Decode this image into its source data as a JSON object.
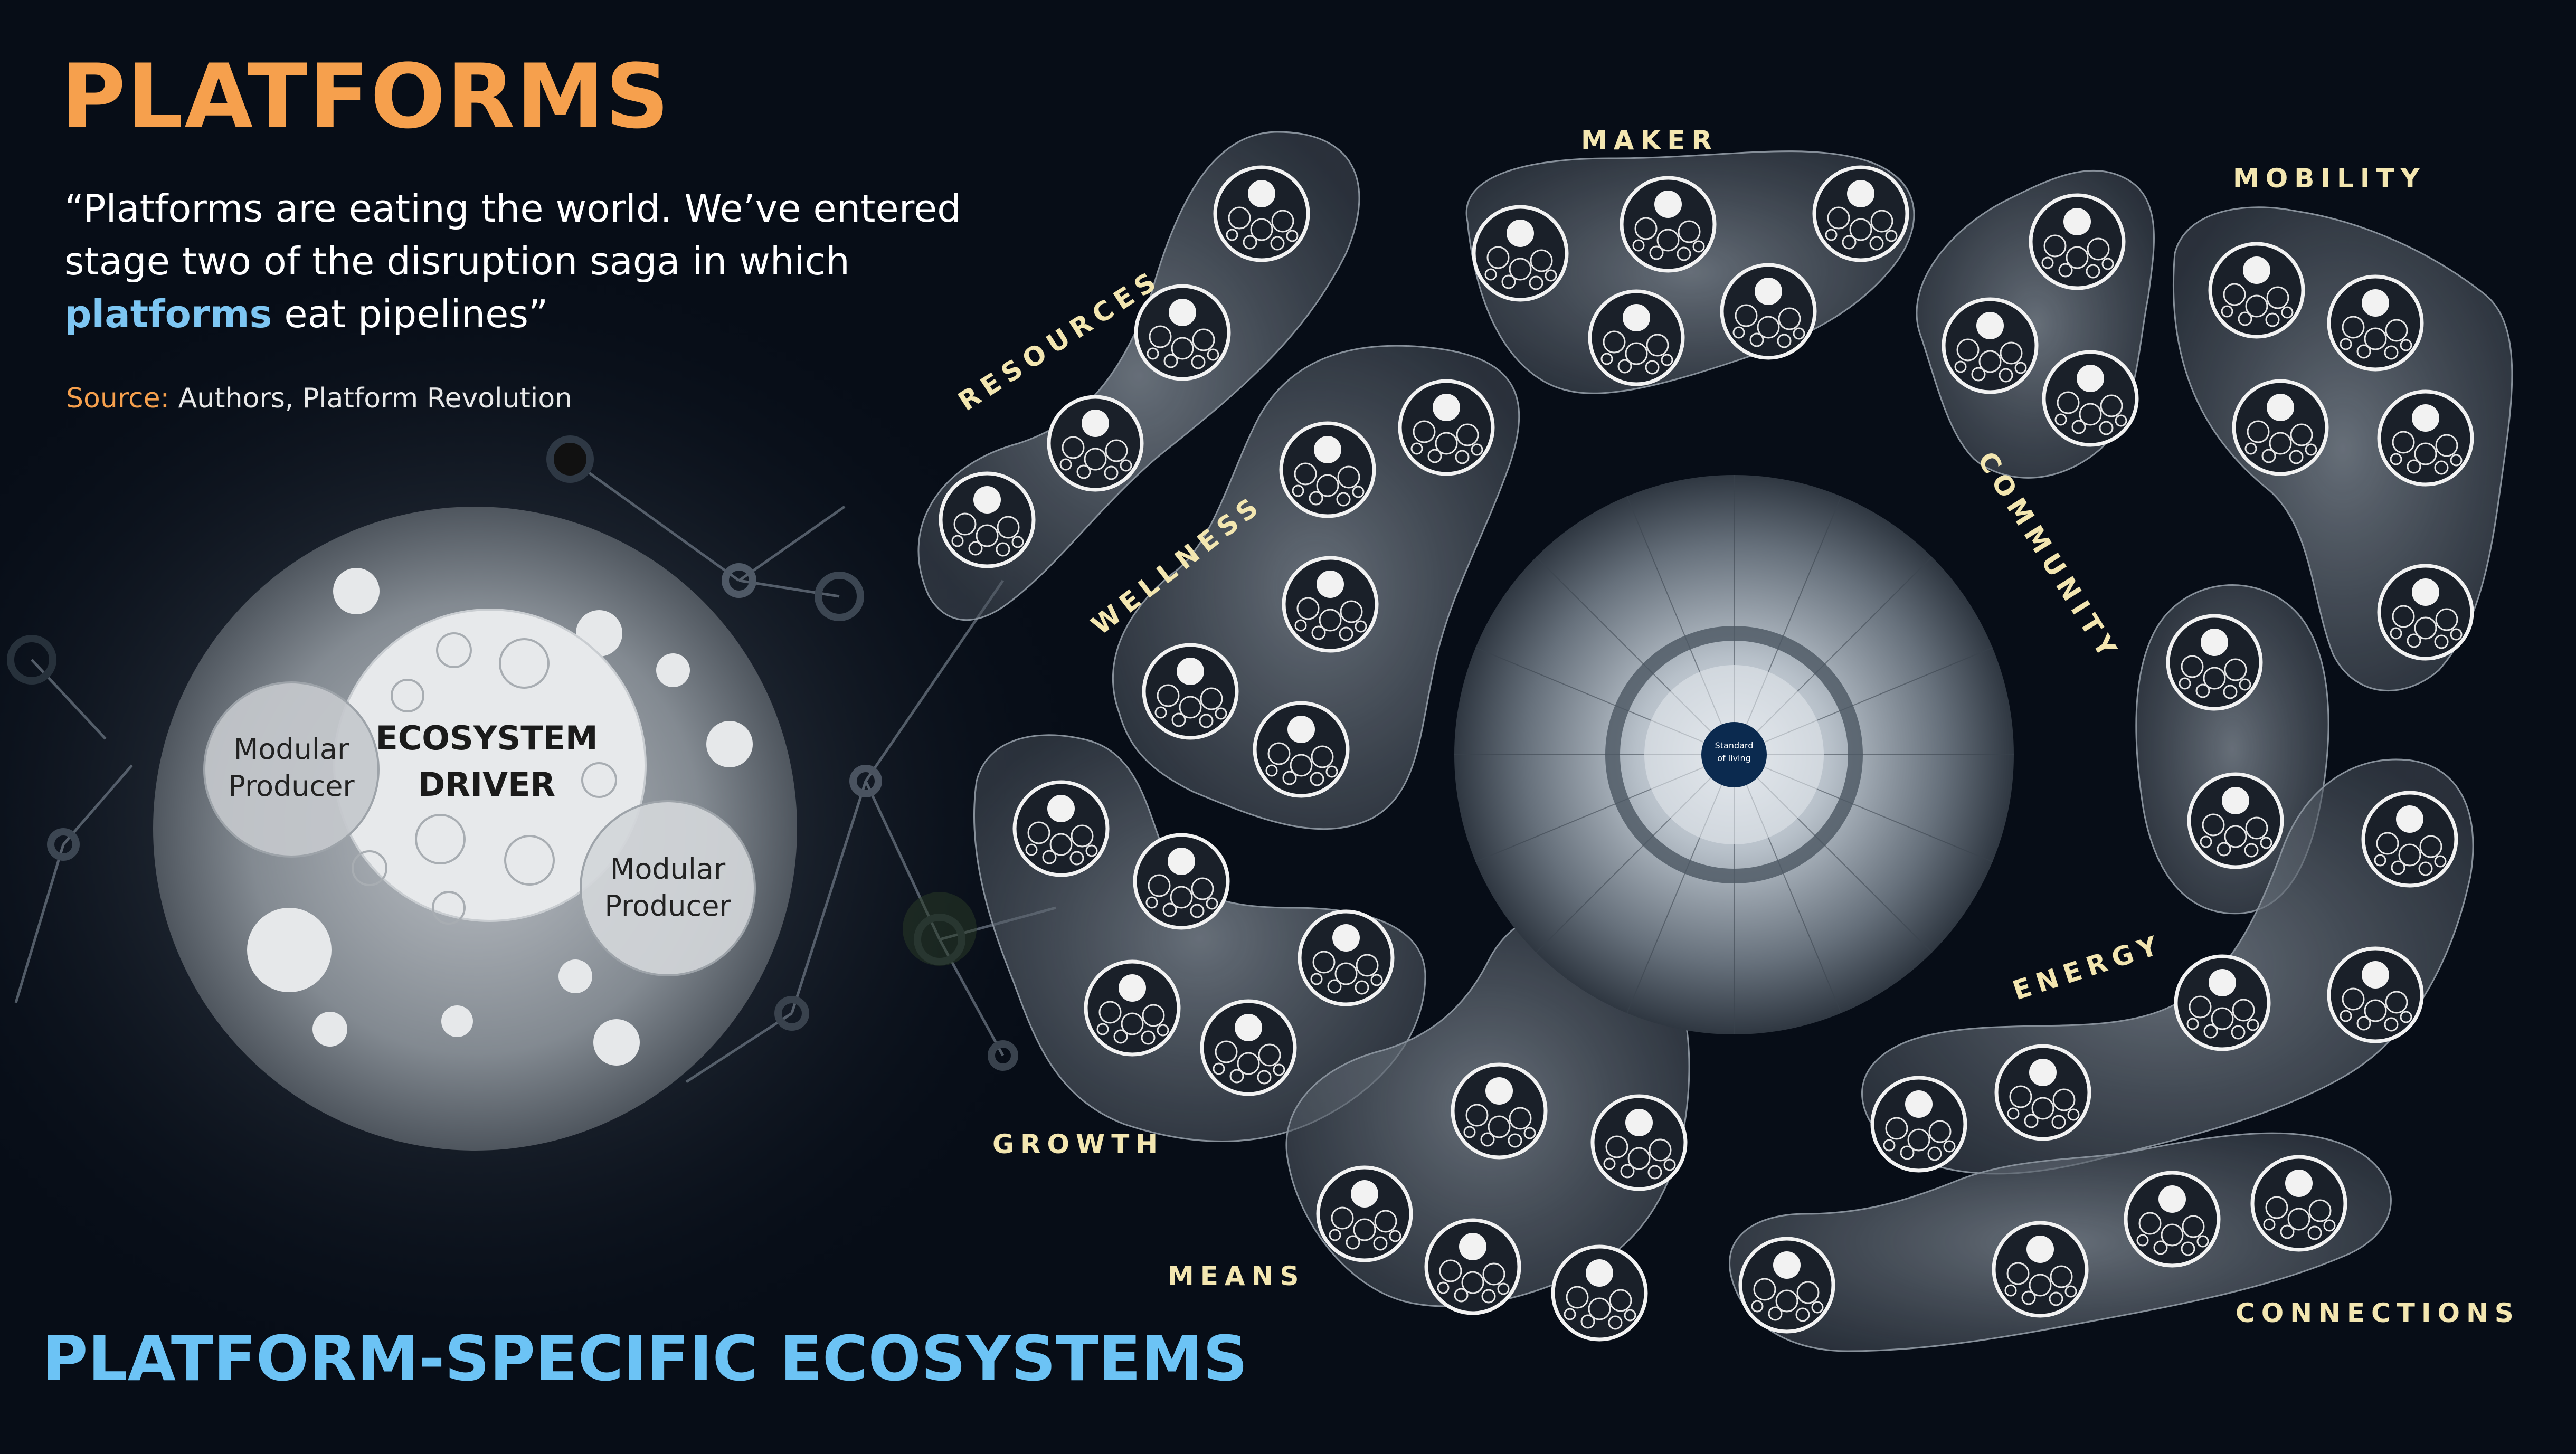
{
  "title": "PLATFORMS",
  "quote": {
    "line1": "“Platforms are eating the world. We’ve entered",
    "line2": "stage two of the disruption saga in which",
    "highlight": "platforms",
    "line3_rest": " eat pipelines”"
  },
  "source": {
    "label": "Source:",
    "text": " Authors, Platform Revolution"
  },
  "subtitle": "PLATFORM-SPECIFIC ECOSYSTEMS",
  "ecosystem": {
    "driver_line1": "ECOSYSTEM",
    "driver_line2": "DRIVER",
    "producer_left_line1": "Modular",
    "producer_left_line2": "Producer",
    "producer_right_line1": "Modular",
    "producer_right_line2": "Producer"
  },
  "wheel": {
    "center_line1": "Standard",
    "center_line2": "of living"
  },
  "clusters": [
    {
      "name": "RESOURCES"
    },
    {
      "name": "MAKER"
    },
    {
      "name": "MOBILITY"
    },
    {
      "name": "WELLNESS"
    },
    {
      "name": "COMMUNITY"
    },
    {
      "name": "GROWTH"
    },
    {
      "name": "ENERGY"
    },
    {
      "name": "MEANS"
    },
    {
      "name": "CONNECTIONS"
    }
  ],
  "colors": {
    "background": "#070d17",
    "title": "#f6a04d",
    "subtitle": "#6cc3f5",
    "highlight": "#7dc6f3",
    "cluster_label": "#f3e6b0",
    "center_dot": "#0b2a4f"
  }
}
